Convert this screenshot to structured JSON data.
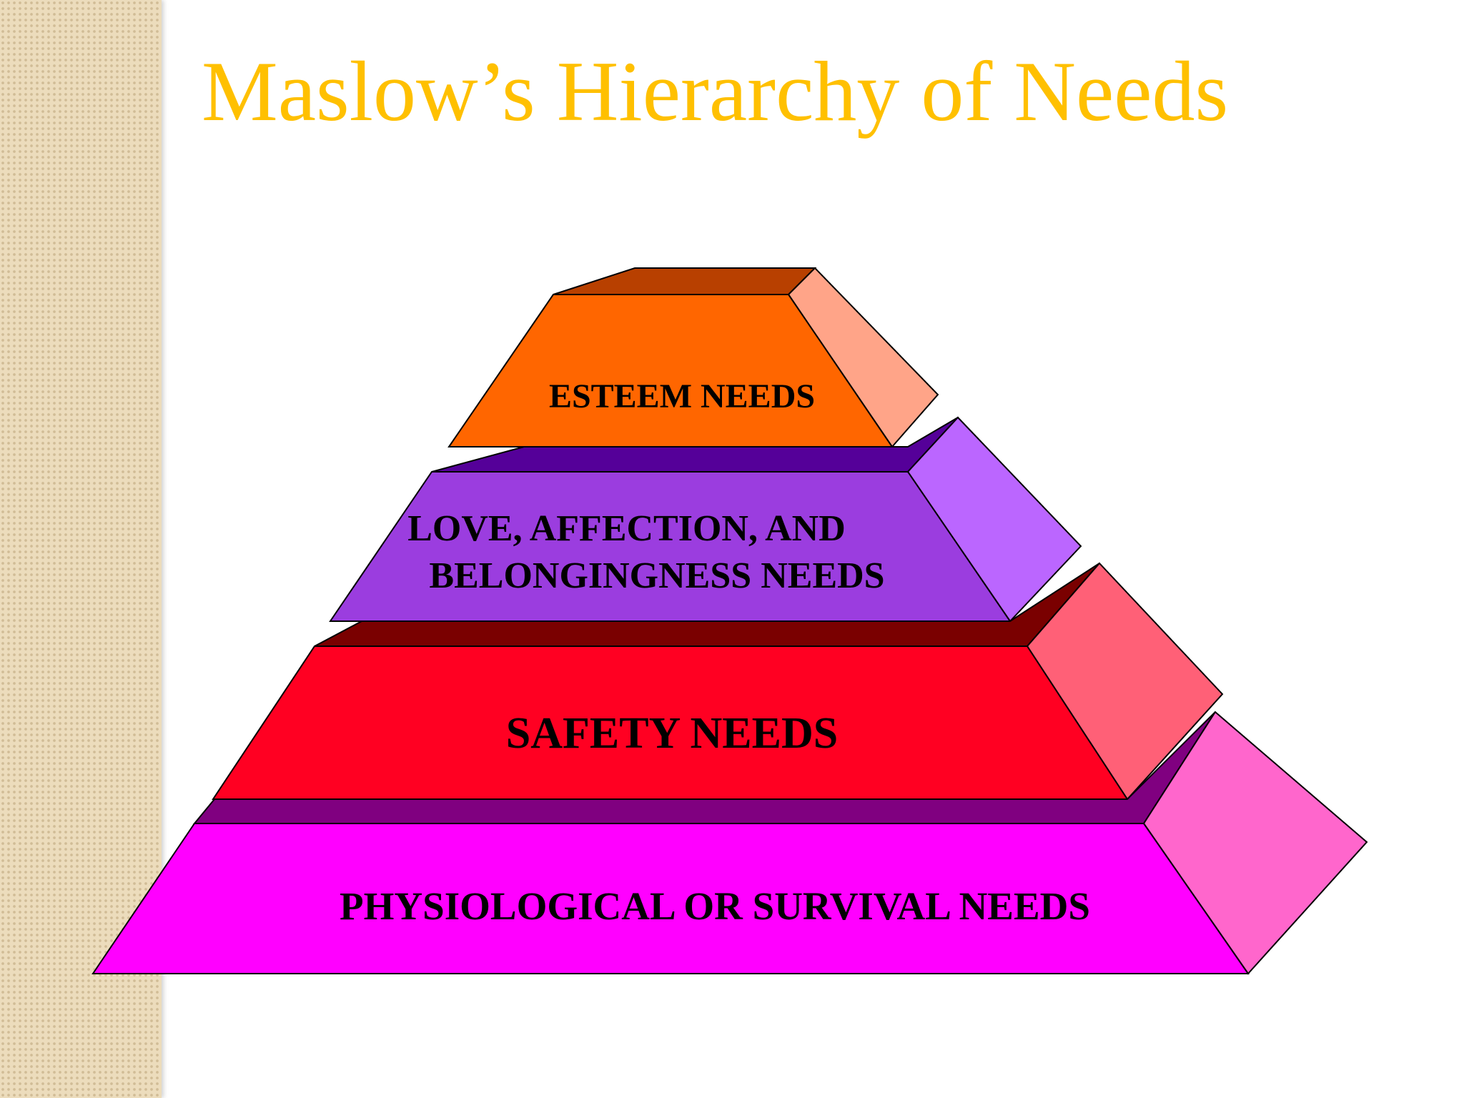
{
  "title": "Maslow’s Hierarchy of Needs",
  "levels": [
    {
      "label_lines": [
        "ESTEEM NEEDS"
      ],
      "front_color": "#ff6600",
      "top_color": "#b84000",
      "side_color": "#ffa488"
    },
    {
      "label_lines": [
        "LOVE, AFFECTION, AND",
        " BELONGINGNESS NEEDS"
      ],
      "front_color": "#9b3ddf",
      "top_color": "#550099",
      "side_color": "#bb66ff"
    },
    {
      "label_lines": [
        "SAFETY NEEDS"
      ],
      "front_color": "#ff0022",
      "top_color": "#7a0000",
      "side_color": "#ff6077"
    },
    {
      "label_lines": [
        "PHYSIOLOGICAL OR SURVIVAL NEEDS"
      ],
      "front_color": "#ff00ff",
      "top_color": "#800080",
      "side_color": "#ff66cc"
    }
  ],
  "colors": {
    "title": "#ffc000",
    "side_strip": "#ecdcbc",
    "outline": "#000000"
  }
}
